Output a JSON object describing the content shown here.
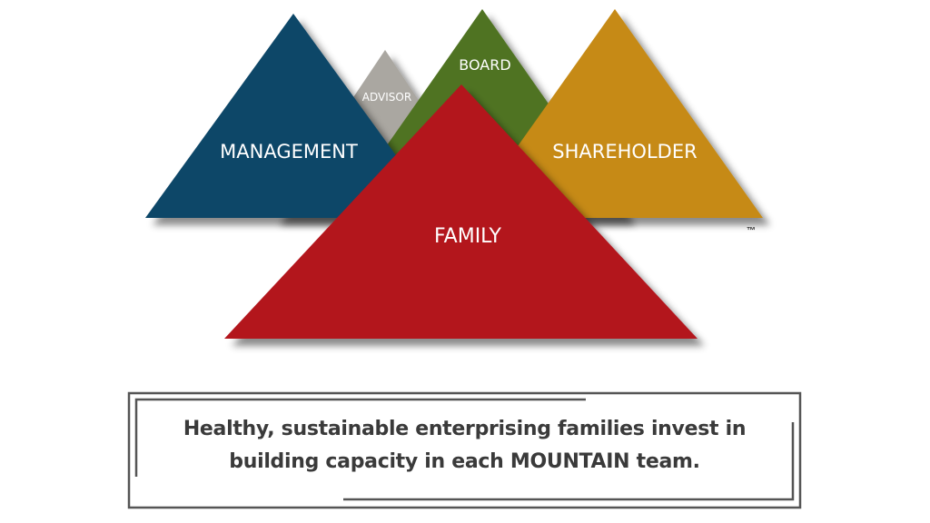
{
  "diagram": {
    "mountains": [
      {
        "id": "management",
        "label": "MANAGEMENT",
        "color": "#0e4668"
      },
      {
        "id": "advisor",
        "label": "ADVISOR",
        "color": "#aaa7a1"
      },
      {
        "id": "board",
        "label": "BOARD",
        "color": "#4f7320"
      },
      {
        "id": "shareholder",
        "label": "SHAREHOLDER",
        "color": "#c68a13"
      },
      {
        "id": "family",
        "label": "FAMILY",
        "color": "#b3131f"
      }
    ],
    "trademark": "™"
  },
  "message": {
    "line1": "Healthy, sustainable enterprising families invest in",
    "line2": "building capacity in each MOUNTAIN team."
  }
}
